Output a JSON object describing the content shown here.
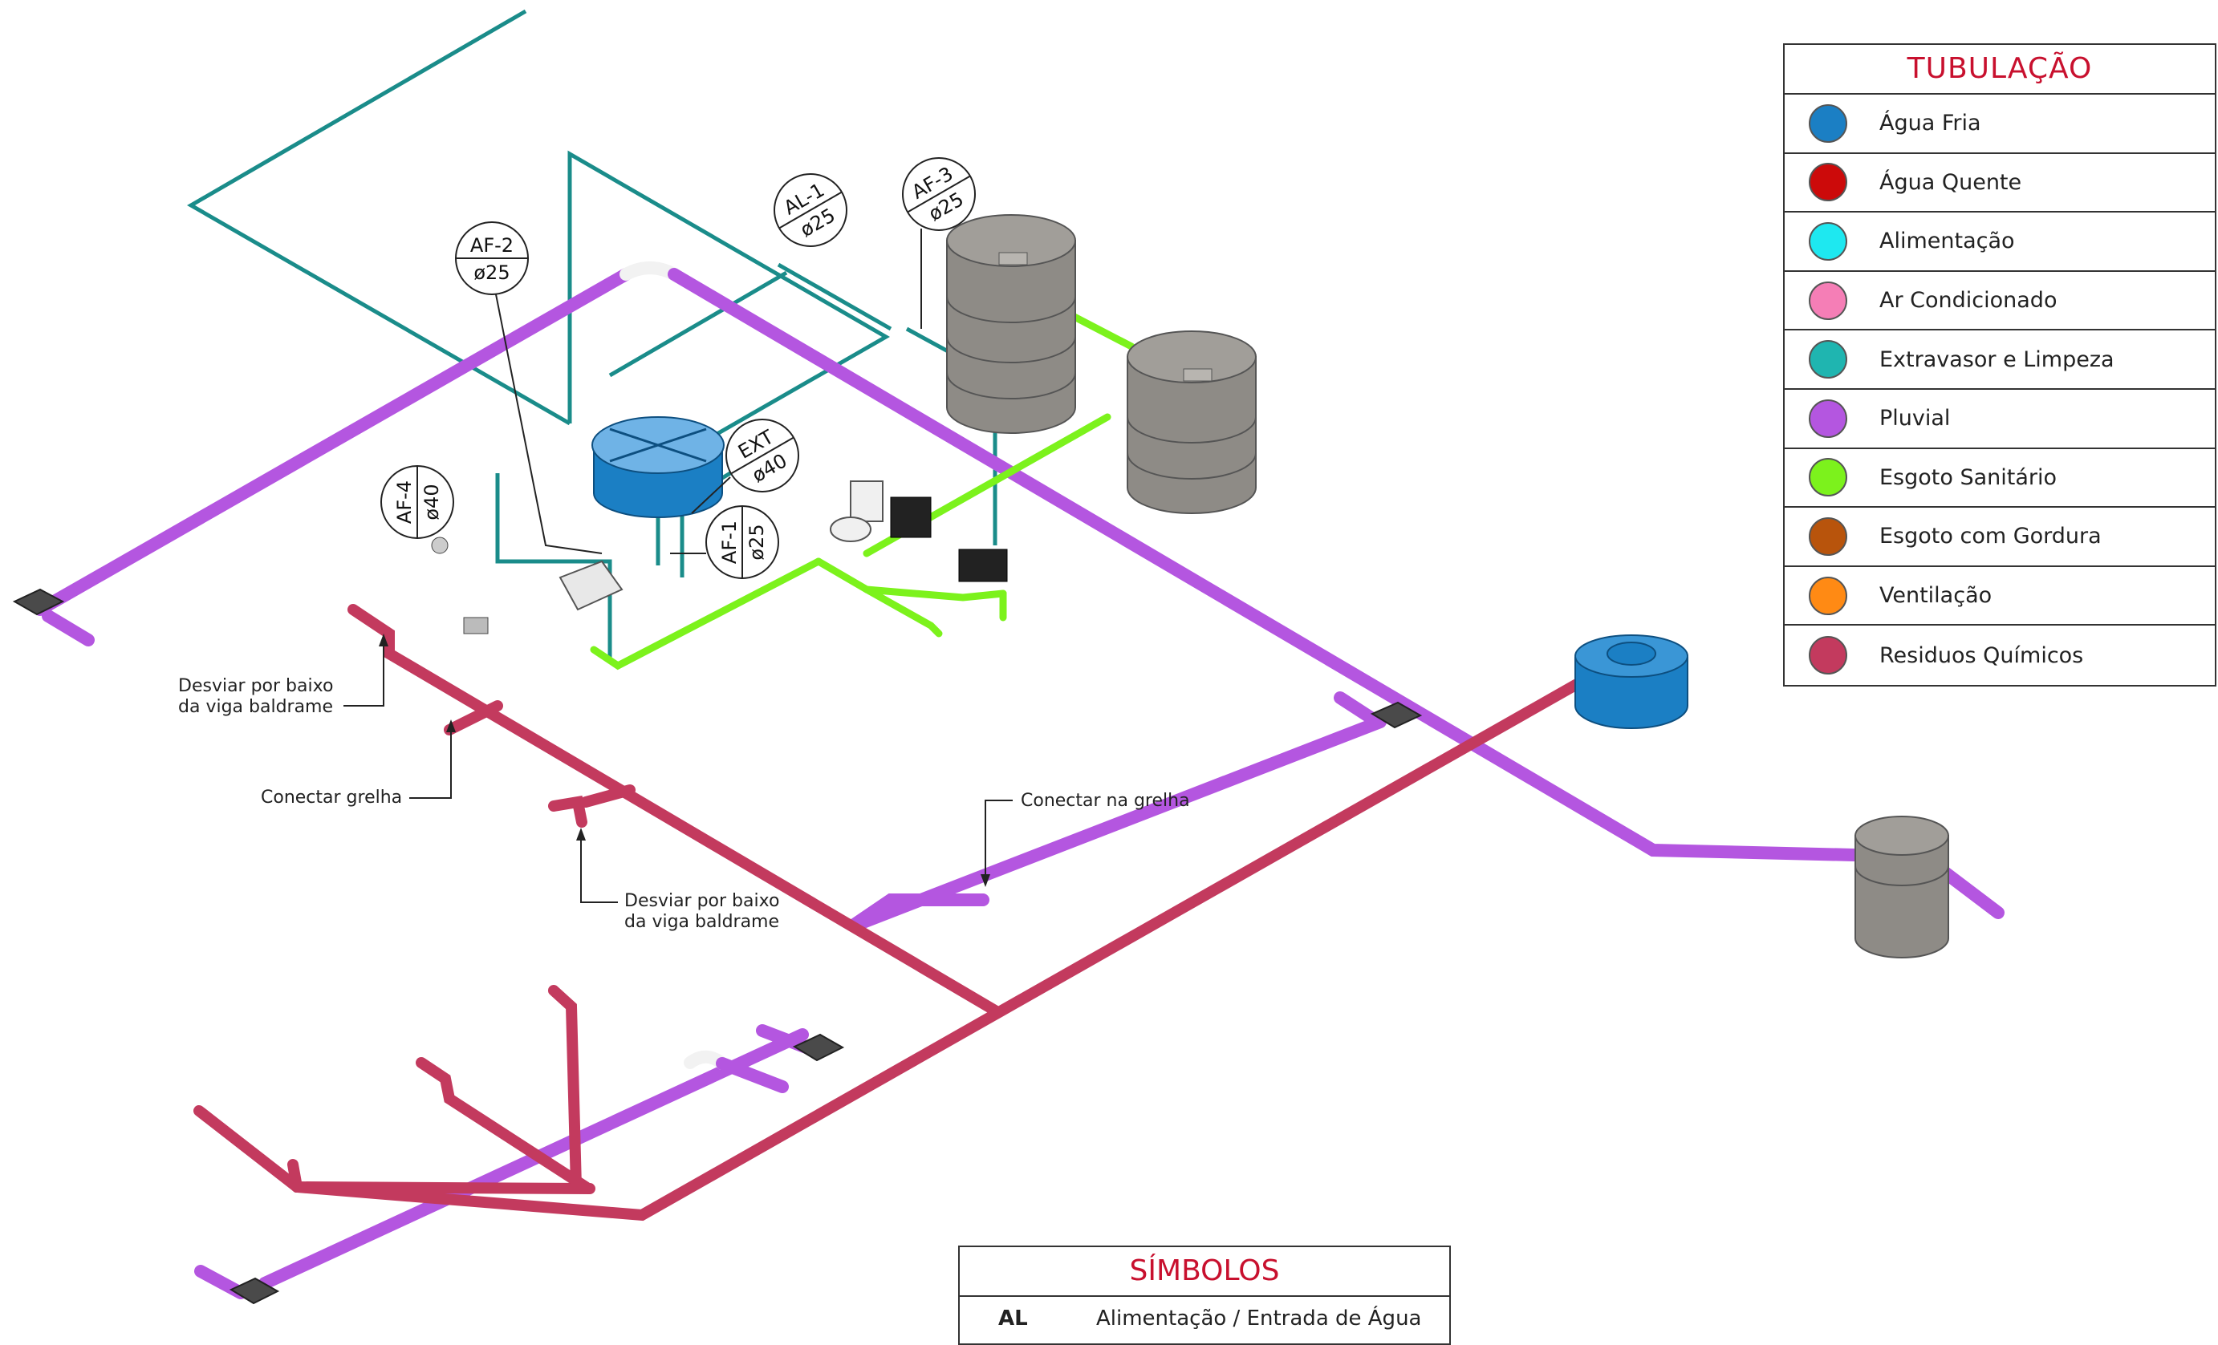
{
  "legend": {
    "title": "TUBULAÇÃO",
    "items": [
      {
        "label": "Água Fria",
        "color": "#1b7fc4"
      },
      {
        "label": "Água Quente",
        "color": "#cc0a0a"
      },
      {
        "label": "Alimentação",
        "color": "#1ee8f0"
      },
      {
        "label": "Ar Condicionado",
        "color": "#f57eb6"
      },
      {
        "label": "Extravasor e Limpeza",
        "color": "#1fb5b0"
      },
      {
        "label": "Pluvial",
        "color": "#b456e0"
      },
      {
        "label": "Esgoto Sanitário",
        "color": "#7cf21c"
      },
      {
        "label": "Esgoto com Gordura",
        "color": "#b8540c"
      },
      {
        "label": "Ventilação",
        "color": "#ff8a14"
      },
      {
        "label": "Residuos Químicos",
        "color": "#c33a5e"
      }
    ]
  },
  "symbols": {
    "title": "SÍMBOLOS",
    "rows": [
      {
        "code": "AL",
        "desc": "Alimentação / Entrada de Água"
      }
    ]
  },
  "tags": {
    "af2": {
      "line1": "AF-2",
      "line2": "ø25"
    },
    "al1": {
      "line1": "AL-1",
      "line2": "ø25"
    },
    "af3": {
      "line1": "AF-3",
      "line2": "ø25"
    },
    "ext": {
      "line1": "EXT",
      "line2": "ø40"
    },
    "af4": {
      "line1": "AF-4",
      "line2": "ø40"
    },
    "af1": {
      "line1": "AF-1",
      "line2": "ø25"
    }
  },
  "notes": {
    "desviar1_line1": "Desviar por baixo",
    "desviar1_line2": "da viga baldrame",
    "conectar_grelha": "Conectar grelha",
    "desviar2_line1": "Desviar por baixo",
    "desviar2_line2": "da viga baldrame",
    "conectar_na_grelha": "Conectar na grelha"
  }
}
